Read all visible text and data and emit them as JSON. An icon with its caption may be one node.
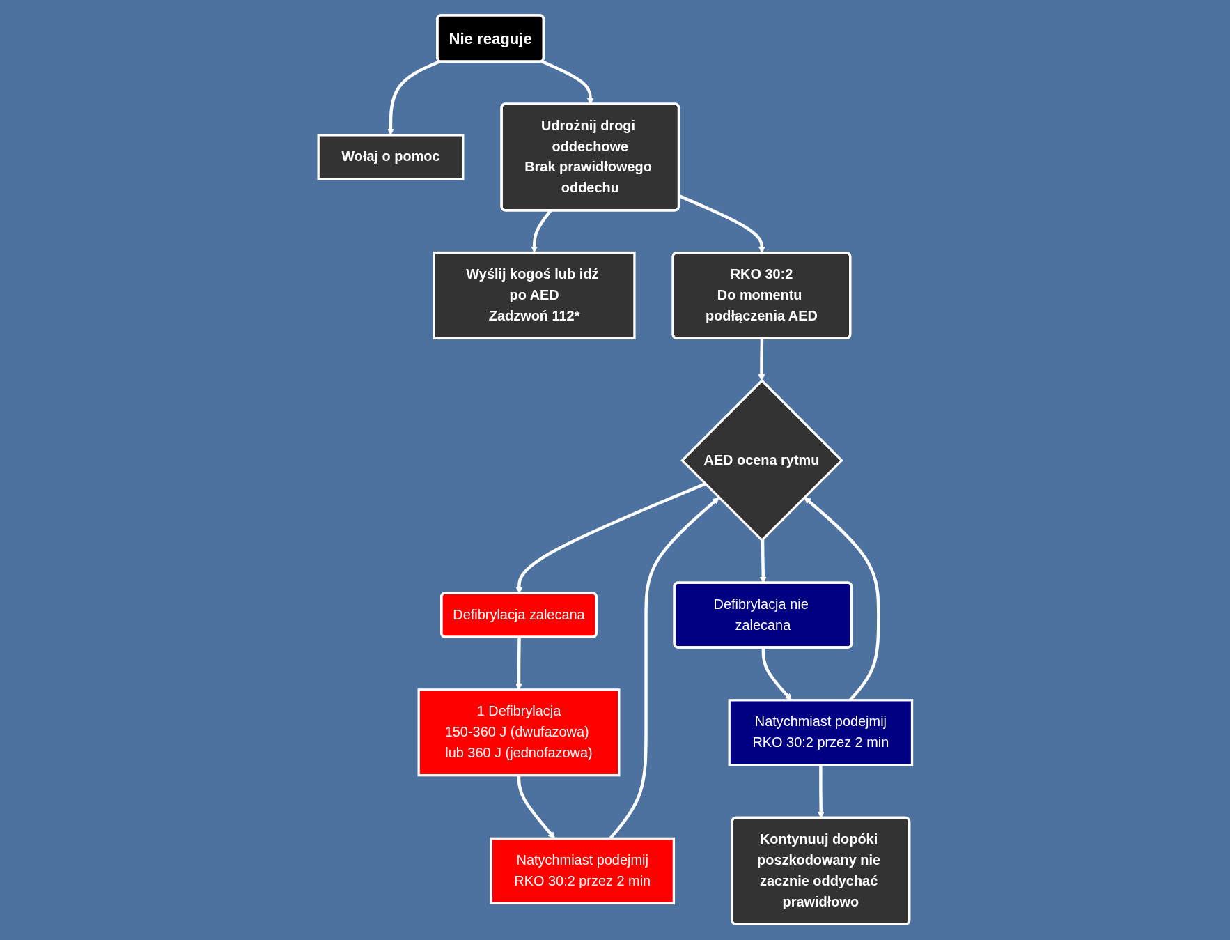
{
  "diagram": {
    "nodes": [
      {
        "text": [
          "Nie reaguje"
        ]
      },
      {
        "text": [
          "Wołaj o pomoc"
        ]
      },
      {
        "text": [
          "Udrożnij drogi oddechowe",
          "Brak prawidłowego oddechu"
        ]
      },
      {
        "text": [
          "Wyślij kogoś lub idź po AED",
          "Zadzwoń 112*"
        ]
      },
      {
        "text": [
          "RKO 30:2",
          "Do momentu podłączenia AED"
        ]
      },
      {
        "text": [
          "AED ocena rytmu"
        ]
      },
      {
        "text": [
          "Defibrylacja zalecana"
        ]
      },
      {
        "text": [
          "Defibrylacja nie zalecana"
        ]
      },
      {
        "text": [
          "1 Defibrylacja",
          "150-360 J (dwufazowa) lub 360 J (jednofazowa)"
        ]
      },
      {
        "text": [
          "Natychmiast podejmij",
          "RKO 30:2 przez 2 min"
        ]
      },
      {
        "text": [
          "Natychmiast podejmij",
          "RKO 30:2 przez 2 min"
        ]
      },
      {
        "text": [
          "Kontynuuj dopóki poszkodowany nie zacznie oddychać prawidłowo"
        ]
      }
    ],
    "edges": [
      {
        "from": 0,
        "to": 2,
        "arrow": "to"
      },
      {
        "from": 0,
        "to": 1,
        "arrow": "to"
      },
      {
        "from": 2,
        "to": 4,
        "arrow": "to"
      },
      {
        "from": 2,
        "to": 3,
        "arrow": "to"
      },
      {
        "from": 4,
        "to": 5,
        "arrow": "to"
      },
      {
        "from": 5,
        "to": 6,
        "arrow": "to"
      },
      {
        "from": 5,
        "to": 7,
        "arrow": "to"
      },
      {
        "from": 6,
        "to": 8,
        "arrow": "to"
      },
      {
        "from": 8,
        "to": 9,
        "arrow": "to"
      },
      {
        "from": 9,
        "to": 5,
        "arrow": "to"
      },
      {
        "from": 7,
        "to": 10,
        "arrow": "to"
      },
      {
        "from": 10,
        "to": 5,
        "arrow": "to"
      },
      {
        "from": 10,
        "to": 11,
        "arrow": "to"
      }
    ]
  }
}
